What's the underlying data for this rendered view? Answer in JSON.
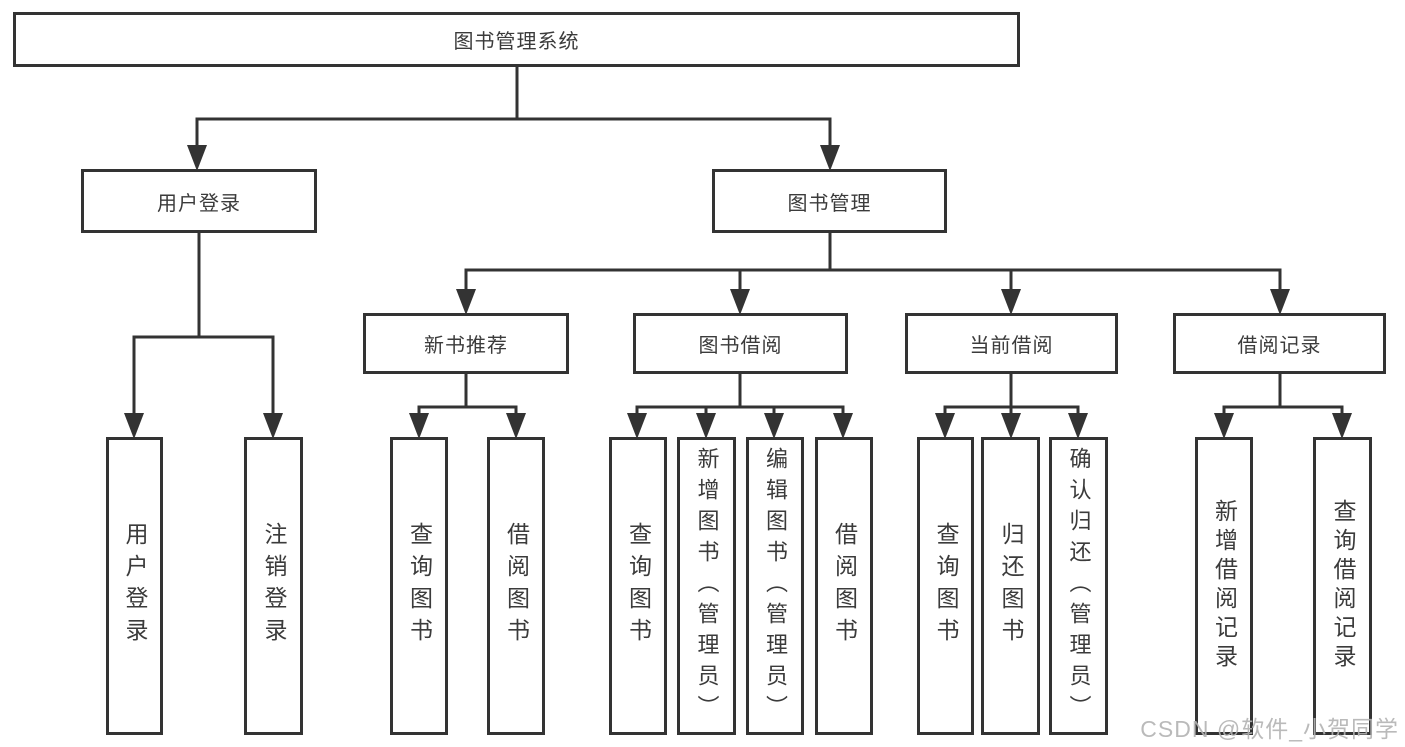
{
  "diagram": {
    "tree": {
      "label": "图书管理系统",
      "children": [
        {
          "label": "用户登录",
          "children": [
            {
              "label": "用户登录"
            },
            {
              "label": "注销登录"
            }
          ]
        },
        {
          "label": "图书管理",
          "children": [
            {
              "label": "新书推荐",
              "children": [
                {
                  "label": "查询图书"
                },
                {
                  "label": "借阅图书"
                }
              ]
            },
            {
              "label": "图书借阅",
              "children": [
                {
                  "label": "查询图书"
                },
                {
                  "label": "新增图书（管理员）"
                },
                {
                  "label": "编辑图书（管理员）"
                },
                {
                  "label": "借阅图书"
                }
              ]
            },
            {
              "label": "当前借阅",
              "children": [
                {
                  "label": "查询图书"
                },
                {
                  "label": "归还图书"
                },
                {
                  "label": "确认归还（管理员）"
                }
              ]
            },
            {
              "label": "借阅记录",
              "children": [
                {
                  "label": "新增借阅记录"
                },
                {
                  "label": "查询借阅记录"
                }
              ]
            }
          ]
        }
      ]
    },
    "colors": {
      "line": "#333333",
      "text": "#3b3b3b",
      "watermark": "#b2b2b2",
      "background": "#ffffff"
    }
  },
  "watermark": {
    "text": "CSDN @软件_小贺同学"
  }
}
